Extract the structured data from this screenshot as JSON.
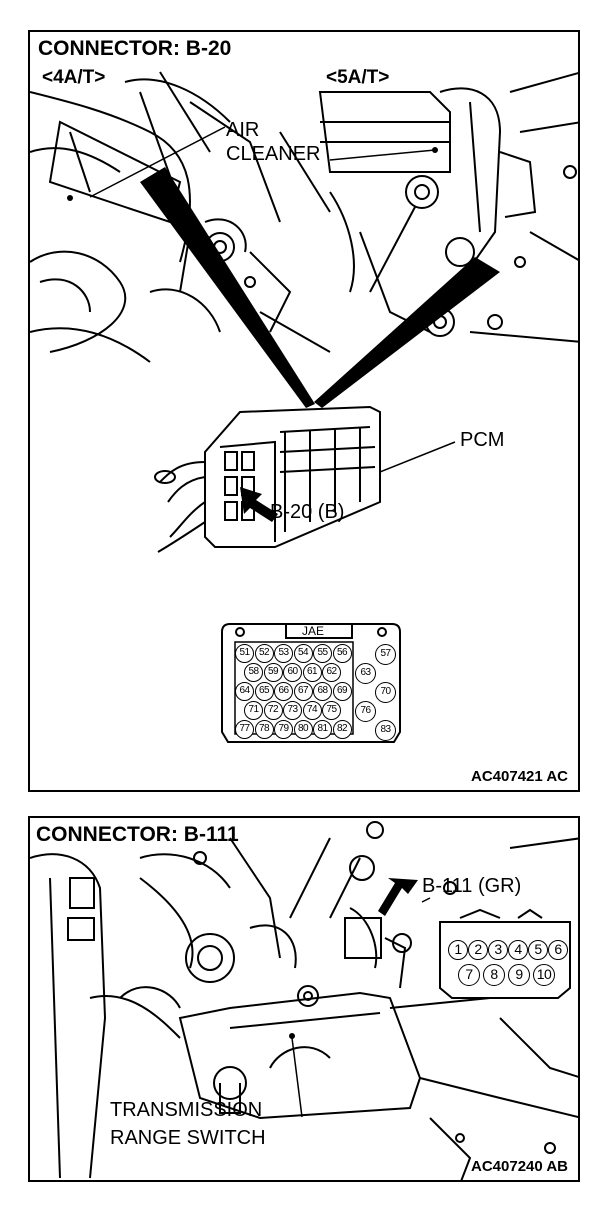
{
  "panel1": {
    "title": "CONNECTOR: B-20",
    "variant_left": "<4A/T>",
    "variant_right": "<5A/T>",
    "air_cleaner_line1": "AIR",
    "air_cleaner_line2": "CLEANER",
    "pcm_label": "PCM",
    "connector_callout": "B-20 (B)",
    "connector_type": "JAE",
    "pins_row1": [
      "51",
      "52",
      "53",
      "54",
      "55",
      "56"
    ],
    "pins_row2": [
      "58",
      "59",
      "60",
      "61",
      "62"
    ],
    "pins_row3": [
      "64",
      "65",
      "66",
      "67",
      "68",
      "69"
    ],
    "pins_row4": [
      "71",
      "72",
      "73",
      "74",
      "75"
    ],
    "pins_row5": [
      "77",
      "78",
      "79",
      "80",
      "81",
      "82"
    ],
    "pins_side": [
      "57",
      "63",
      "70",
      "76",
      "83"
    ],
    "code": "AC407421 AC"
  },
  "panel2": {
    "title": "CONNECTOR: B-111",
    "connector_callout": "B-111 (GR)",
    "pins_row1": [
      "1",
      "2",
      "3",
      "4",
      "5",
      "6"
    ],
    "pins_row2": [
      "7",
      "8",
      "9",
      "10"
    ],
    "switch_line1": "TRANSMISSION",
    "switch_line2": "RANGE SWITCH",
    "code": "AC407240 AB"
  }
}
